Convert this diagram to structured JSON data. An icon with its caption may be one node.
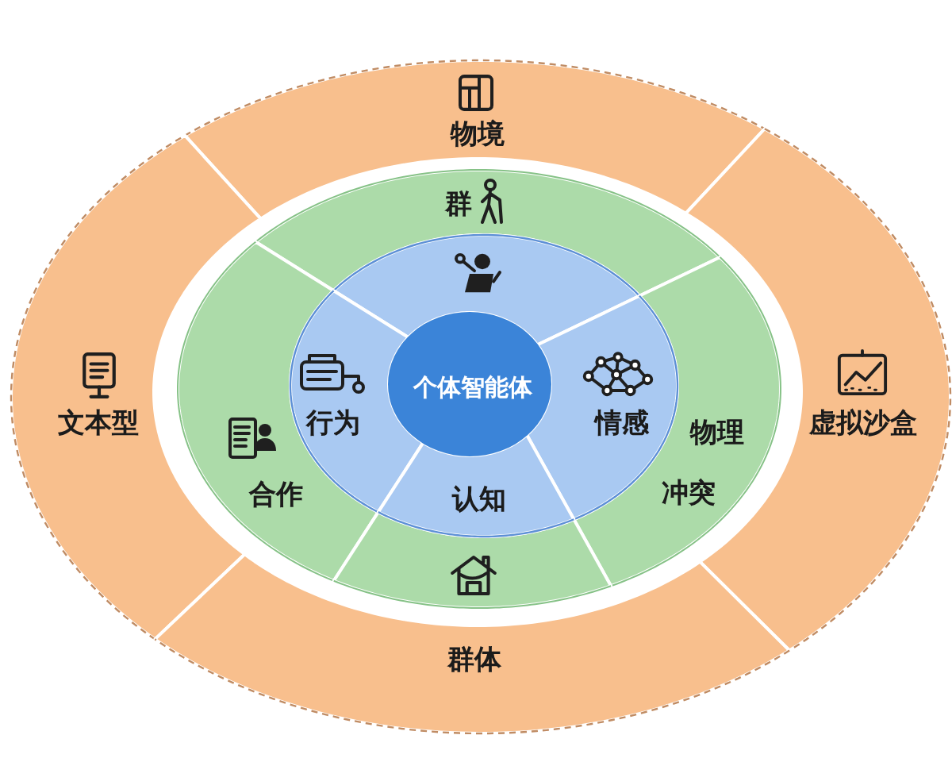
{
  "diagram": {
    "nodes": [
      {
        "text": [
          "物境"
        ]
      },
      {
        "text": [
          "文本型"
        ]
      },
      {
        "text": [
          "虚拟沙盒"
        ]
      },
      {
        "text": [
          "群体"
        ]
      },
      {
        "text": [
          "群"
        ]
      },
      {
        "text": [
          "合作"
        ]
      },
      {
        "text": [
          "物理",
          "冲突"
        ]
      },
      {
        "text": [],
        "shape": "segment"
      },
      {
        "text": [],
        "shape": "segment"
      },
      {
        "text": [
          "行为"
        ]
      },
      {
        "text": [
          "情感"
        ]
      },
      {
        "text": [
          "认知"
        ]
      },
      {
        "text": [
          "个体智能体"
        ]
      }
    ]
  }
}
